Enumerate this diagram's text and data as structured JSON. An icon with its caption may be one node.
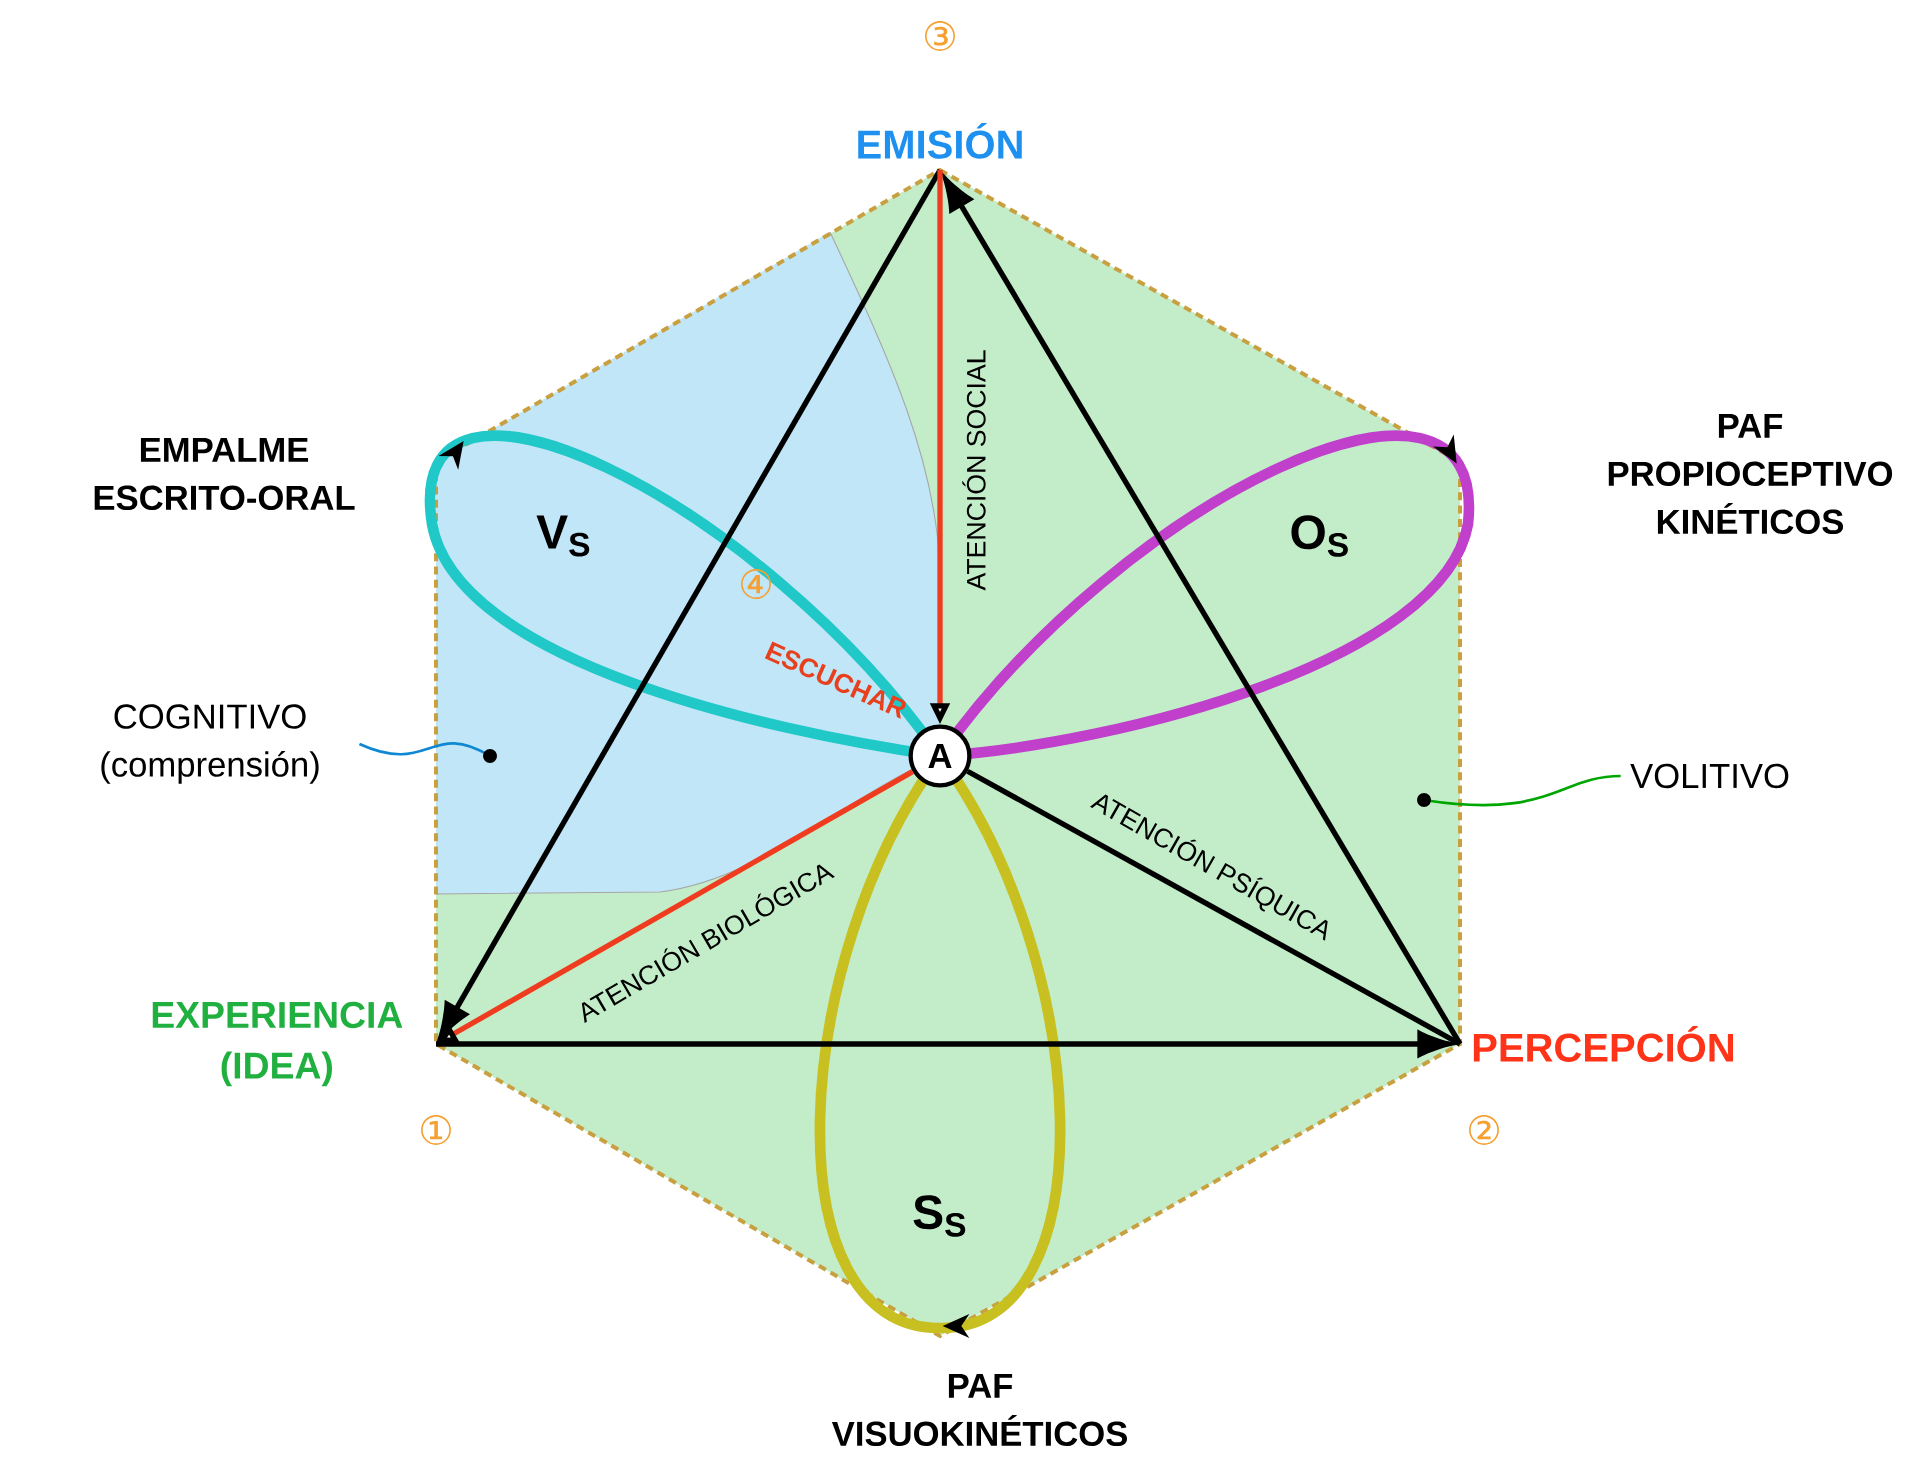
{
  "diagram": {
    "nodes": [
      {
        "text": [
          "EMISIÓN"
        ],
        "beside": [
          "③"
        ]
      },
      {
        "text": [
          "EXPERIENCIA (IDEA)"
        ],
        "beside": [
          "①"
        ]
      },
      {
        "text": [
          "PERCEPCIÓN"
        ],
        "beside": [
          "②"
        ]
      },
      {
        "text": [
          "A"
        ]
      },
      {
        "text": [
          "COGNITIVO (comprensión)"
        ]
      },
      {
        "text": [
          "VOLITIVO"
        ]
      }
    ],
    "edges": [
      {
        "from": 0,
        "to": 1,
        "arrow": "to"
      },
      {
        "from": 1,
        "to": 2,
        "arrow": "to"
      },
      {
        "from": 2,
        "to": 0,
        "arrow": "to"
      },
      {
        "from": 0,
        "to": 3,
        "arrow": "to",
        "color": "#f03c1e",
        "label": "ATENCIÓN SOCIAL"
      },
      {
        "from": 3,
        "to": 1,
        "arrow": "to",
        "color": "#f03c1e",
        "label": "ATENCIÓN BIOLÓGICA"
      },
      {
        "from": 3,
        "to": 2,
        "arrow": "none",
        "label": "ATENCIÓN PSÍQUICA"
      },
      {
        "from": 4,
        "to": null,
        "arrow": "other",
        "color": "#0e88d3"
      },
      {
        "from": 5,
        "to": null,
        "arrow": "other",
        "color": "#00a600"
      }
    ],
    "labels": [
      "EMPALME ESCRITO-ORAL",
      "PAF PROPIOCEPTIVO KINÉTICOS",
      "V$_{S}$",
      "O$_{S}$",
      "④",
      "ESCUCHAR",
      "S$_{S}$",
      "PAF VISUOKINÉTICOS"
    ]
  }
}
